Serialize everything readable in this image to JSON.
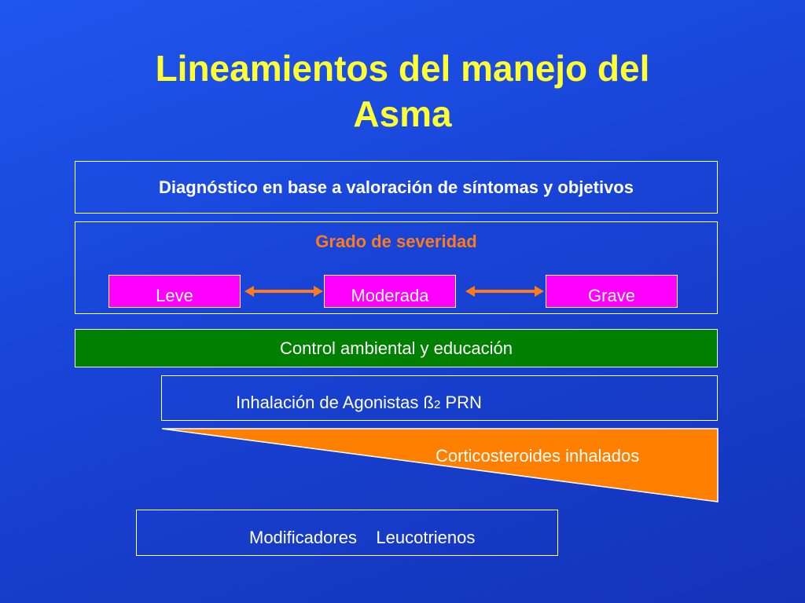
{
  "title": {
    "line1": "Lineamientos del manejo del",
    "line2": "Asma"
  },
  "diagnosis": {
    "text": "Diagnóstico en base a valoración de síntomas y objetivos"
  },
  "severity": {
    "heading": "Grado de severidad",
    "levels": [
      "Leve",
      "Moderada",
      "Grave"
    ]
  },
  "control": {
    "text": "Control ambiental y educación"
  },
  "inhalation": {
    "text_before": "Inhalación de Agonistas ß",
    "subscript": "2",
    "text_after": " PRN"
  },
  "corticosteroids": {
    "text": "Corticosteroides inhalados"
  },
  "modifiers": {
    "text": "Modificadores    Leucotrienos"
  },
  "colors": {
    "background": "#1844d6",
    "title": "#ffff33",
    "severity_heading": "#ff7a1a",
    "severity_box": "#ff00ff",
    "arrow": "#ff7a1a",
    "control_box": "#008000",
    "corticosteroid_wedge": "#ff8000"
  },
  "icons": {
    "severity_arrows": "double-headed-arrow"
  }
}
